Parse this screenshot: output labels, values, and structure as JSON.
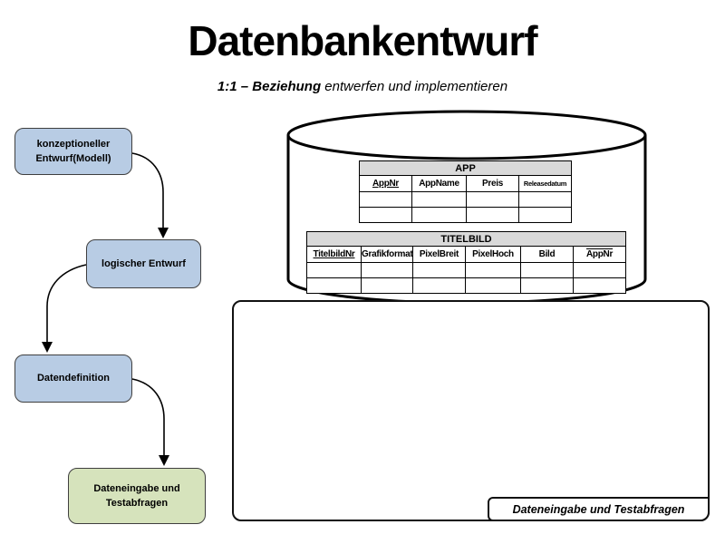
{
  "slide": {
    "title": "Datenbankentwurf",
    "subtitle_lead": "1:1 – Beziehung",
    "subtitle_tail": " entwerfen und implementieren"
  },
  "flow": {
    "steps": [
      {
        "label": "konzeptioneller Entwurf(Modell)",
        "fill": "#b8cce4"
      },
      {
        "label": "logischer Entwurf",
        "fill": "#b8cce4"
      },
      {
        "label": "Datendefinition",
        "fill": "#b8cce4"
      },
      {
        "label": "Dateneingabe und Testabfragen",
        "fill": "#d6e3bc"
      }
    ]
  },
  "database": {
    "shape": "cylinder",
    "tables": [
      {
        "title": "APP",
        "columns": [
          {
            "label": "AppNr",
            "key": "primary"
          },
          {
            "label": "AppName",
            "key": "none"
          },
          {
            "label": "Preis",
            "key": "none"
          },
          {
            "label": "Releasedatum",
            "key": "none"
          }
        ],
        "empty_row_count": 2
      },
      {
        "title": "TITELBILD",
        "columns": [
          {
            "label": "TitelbildNr",
            "key": "primary"
          },
          {
            "label": "Grafikformat",
            "key": "none"
          },
          {
            "label": "PixelBreit",
            "key": "none"
          },
          {
            "label": "PixelHoch",
            "key": "none"
          },
          {
            "label": "Bild",
            "key": "none"
          },
          {
            "label": "AppNr",
            "key": "foreign"
          }
        ],
        "empty_row_count": 2
      }
    ]
  },
  "result_panel": {
    "label": "Dateneingabe und Testabfragen"
  },
  "colors": {
    "step_fill_blue": "#b8cce4",
    "step_fill_green": "#d6e3bc",
    "table_title_bg": "#d9d9d9",
    "stroke": "#000000",
    "box_border": "#3f3f3f"
  }
}
